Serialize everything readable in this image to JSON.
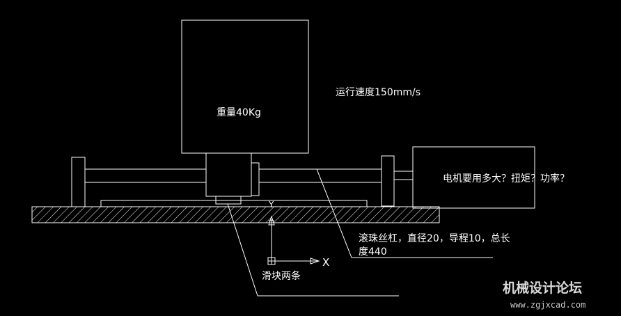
{
  "labels": {
    "weight": "重量40Kg",
    "speed": "运行速度150mm/s",
    "motor_question": "电机要用多大？扭矩？功率？",
    "screw_line1": "滚珠丝杠，直径20，导程10，总长",
    "screw_line2": "度440",
    "slider": "滑块两条",
    "axis_y": "Y",
    "axis_x": "X"
  },
  "watermark": {
    "title": "机械设计论坛",
    "url": "www.zgjxcad.com"
  },
  "colors": {
    "background": "#000000",
    "lines": "#ffffff"
  }
}
